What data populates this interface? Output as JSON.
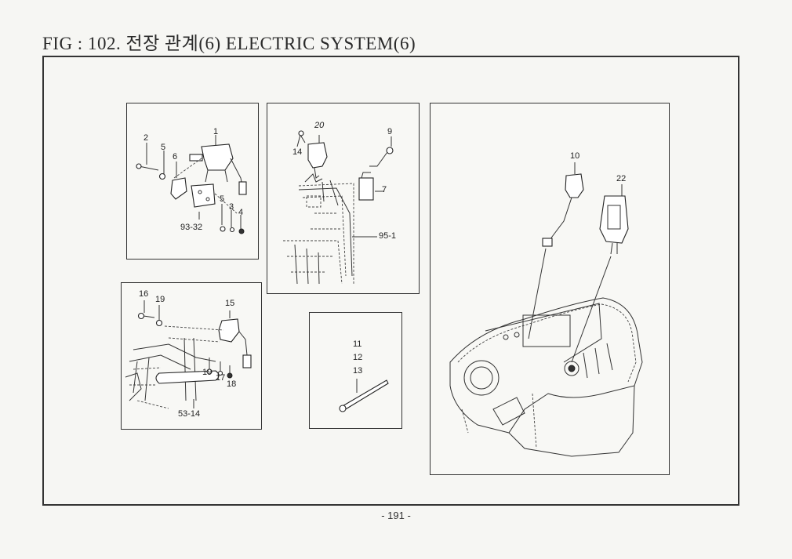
{
  "header": {
    "title": "FIG : 102. 전장 관계(6) ELECTRIC SYSTEM(6)"
  },
  "panels": {
    "switch_bracket": {
      "labels": [
        "1",
        "2",
        "5",
        "6",
        "5",
        "3",
        "4",
        "93-32"
      ]
    },
    "relay_mount": {
      "labels": [
        "20",
        "14",
        "9",
        "7",
        "95-1"
      ]
    },
    "lever_assembly": {
      "labels": [
        "16",
        "19",
        "15",
        "19",
        "17",
        "18",
        "53-14"
      ]
    },
    "wire_tie": {
      "labels": [
        "11",
        "12",
        "13"
      ]
    },
    "console": {
      "labels": [
        "10",
        "22"
      ]
    }
  },
  "footer": {
    "page_number": "- 191 -"
  }
}
